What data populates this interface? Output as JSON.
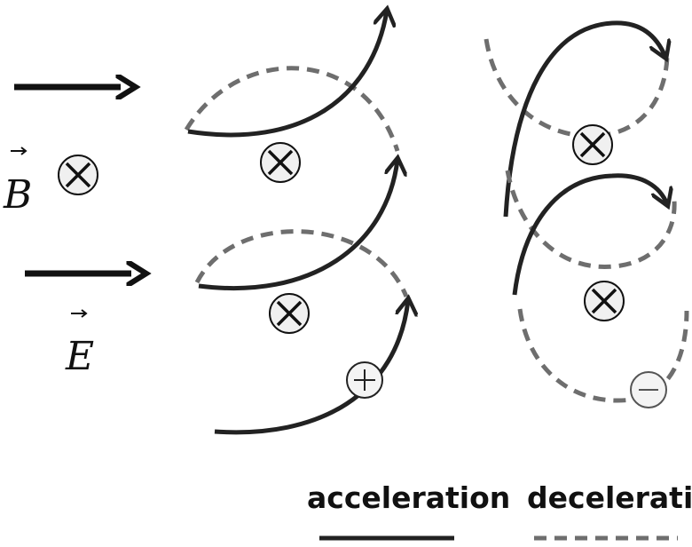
{
  "labels": {
    "b_field": "B",
    "e_field": "E"
  },
  "legend": {
    "acceleration": "acceleration",
    "deceleration": "deceleration"
  },
  "colors": {
    "solid": "#222222",
    "dashed": "#6e6e6e",
    "symbol": "#111111",
    "symbol_fill": "#f0f0f0"
  },
  "icons": {
    "into_page": "circled-x-icon",
    "positive_charge": "circled-plus-icon",
    "negative_charge": "circled-minus-icon"
  }
}
